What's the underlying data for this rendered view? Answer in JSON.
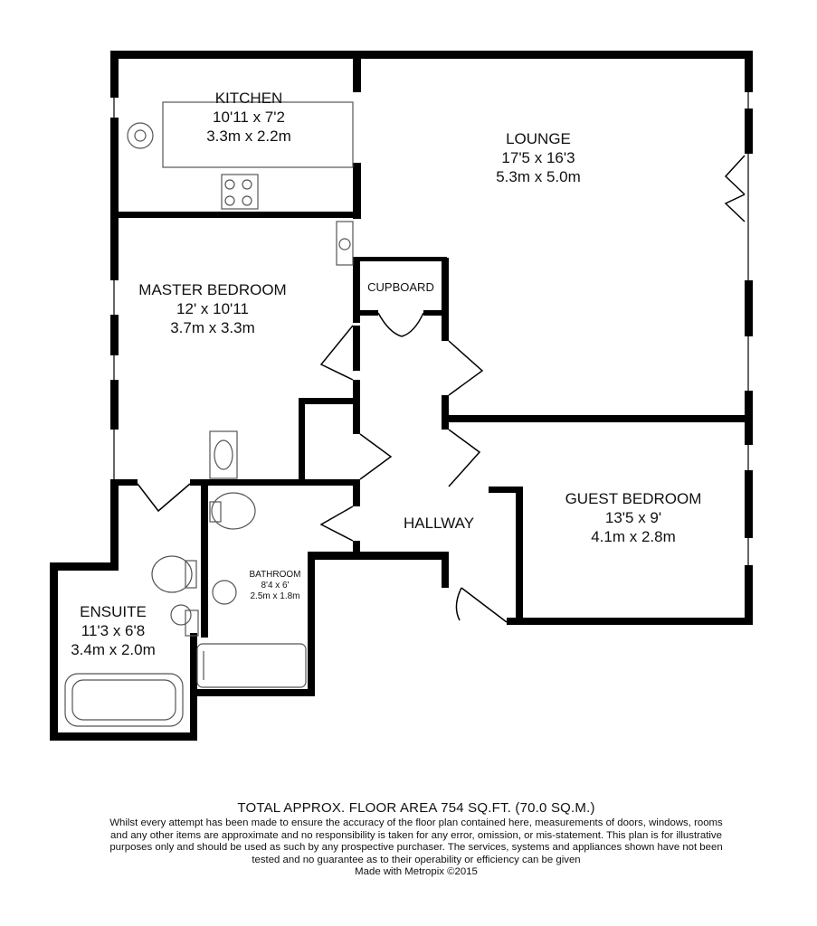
{
  "rooms": {
    "kitchen": {
      "name": "KITCHEN",
      "imperial": "10'11 x 7'2",
      "metric": "3.3m x 2.2m"
    },
    "lounge": {
      "name": "LOUNGE",
      "imperial": "17'5 x 16'3",
      "metric": "5.3m x 5.0m"
    },
    "master_bedroom": {
      "name": "MASTER BEDROOM",
      "imperial": "12' x 10'11",
      "metric": "3.7m x 3.3m"
    },
    "cupboard": {
      "name": "CUPBOARD"
    },
    "guest_bedroom": {
      "name": "GUEST BEDROOM",
      "imperial": "13'5 x 9'",
      "metric": "4.1m x 2.8m"
    },
    "hallway": {
      "name": "HALLWAY"
    },
    "bathroom": {
      "name": "BATHROOM",
      "imperial": "8'4 x 6'",
      "metric": "2.5m x 1.8m"
    },
    "ensuite": {
      "name": "ENSUITE",
      "imperial": "11'3 x 6'8",
      "metric": "3.4m x 2.0m"
    }
  },
  "footer": {
    "total_area": "TOTAL APPROX. FLOOR AREA 754 SQ.FT. (70.0 SQ.M.)",
    "disclaimer": "Whilst every attempt has been made to ensure the accuracy of the floor plan contained here, measurements of doors, windows, rooms and any other items are approximate and no responsibility is taken for any error, omission, or mis-statement. This plan is for illustrative purposes only and should be used as such by any prospective purchaser. The services, systems and appliances shown have not been tested and no guarantee as to their operability or efficiency can be given",
    "made_with": "Made with Metropix ©2015"
  },
  "colors": {
    "wall": "#000000",
    "fixture": "#666666",
    "background": "#ffffff"
  }
}
